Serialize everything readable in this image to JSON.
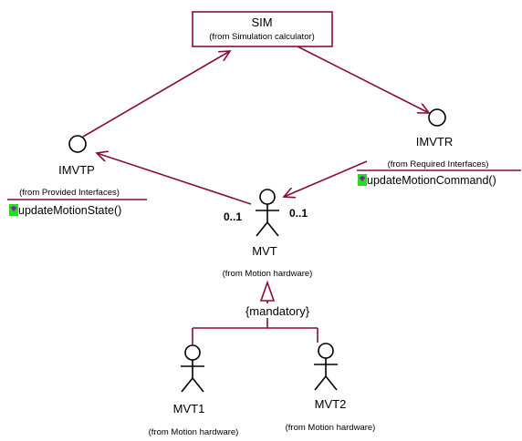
{
  "colors": {
    "line": "#8b0a3a",
    "op_icon_bg": "#22dd22",
    "op_icon_fg": "#7a2a9a",
    "stroke_black": "#000000"
  },
  "sim": {
    "name": "SIM",
    "source": "(from Simulation calculator)"
  },
  "interfaces": {
    "imvtp": {
      "name": "IMVTP",
      "source": "(from Provided Interfaces)",
      "operation": "updateMotionState()",
      "operation_icon": "operation-icon"
    },
    "imvtr": {
      "name": "IMVTR",
      "source": "(from Required Interfaces)",
      "operation": "updateMotionCommand()",
      "operation_icon": "operation-icon"
    }
  },
  "actors": {
    "mvt": {
      "name": "MVT",
      "source": "(from Motion hardware)",
      "mult_left": "0..1",
      "mult_right": "0..1"
    },
    "mvt1": {
      "name": "MVT1",
      "source": "(from Motion hardware)"
    },
    "mvt2": {
      "name": "MVT2",
      "source": "(from Motion hardware)"
    }
  },
  "generalization": {
    "constraint": "{mandatory}"
  }
}
